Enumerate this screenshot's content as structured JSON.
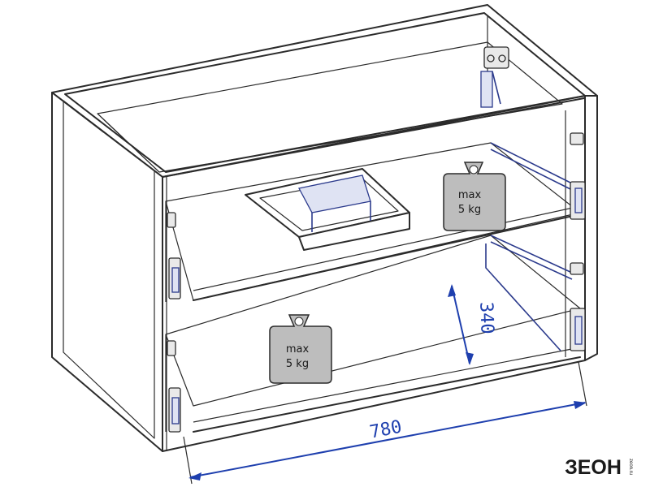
{
  "diagram": {
    "dimensions": {
      "width_label": "780",
      "height_label": "340"
    },
    "weight_badges": [
      {
        "line1": "max",
        "line2": "5 kg"
      },
      {
        "line1": "max",
        "line2": "5 kg"
      }
    ],
    "colors": {
      "outline": "#2b2b2b",
      "dimension": "#1e3fae",
      "rail": "#2b3a8c",
      "weight_fill": "#bdbdbd"
    }
  },
  "brand": {
    "logo": "ЗЕОН",
    "site": "zeon.ru"
  }
}
